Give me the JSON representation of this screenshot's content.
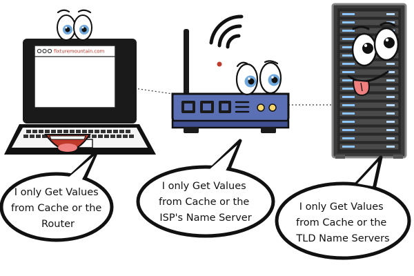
{
  "laptop": {
    "browser_url": "fixturemountain.com"
  },
  "bubbles": [
    {
      "lines": [
        "I only Get Values",
        "from Cache or the",
        "Router"
      ]
    },
    {
      "lines": [
        "I only Get Values",
        "from Cache or the",
        "ISP's Name Server"
      ]
    },
    {
      "lines": [
        "I only Get Values",
        "from Cache or the",
        "TLD Name Servers"
      ]
    }
  ],
  "colors": {
    "router_body": "#5b6fb5",
    "router_base": "#3f4f8f",
    "server_body": "#3b3b3b",
    "tongue": "#f08080",
    "mouth": "#c0392b",
    "url": "#d33a2c"
  }
}
